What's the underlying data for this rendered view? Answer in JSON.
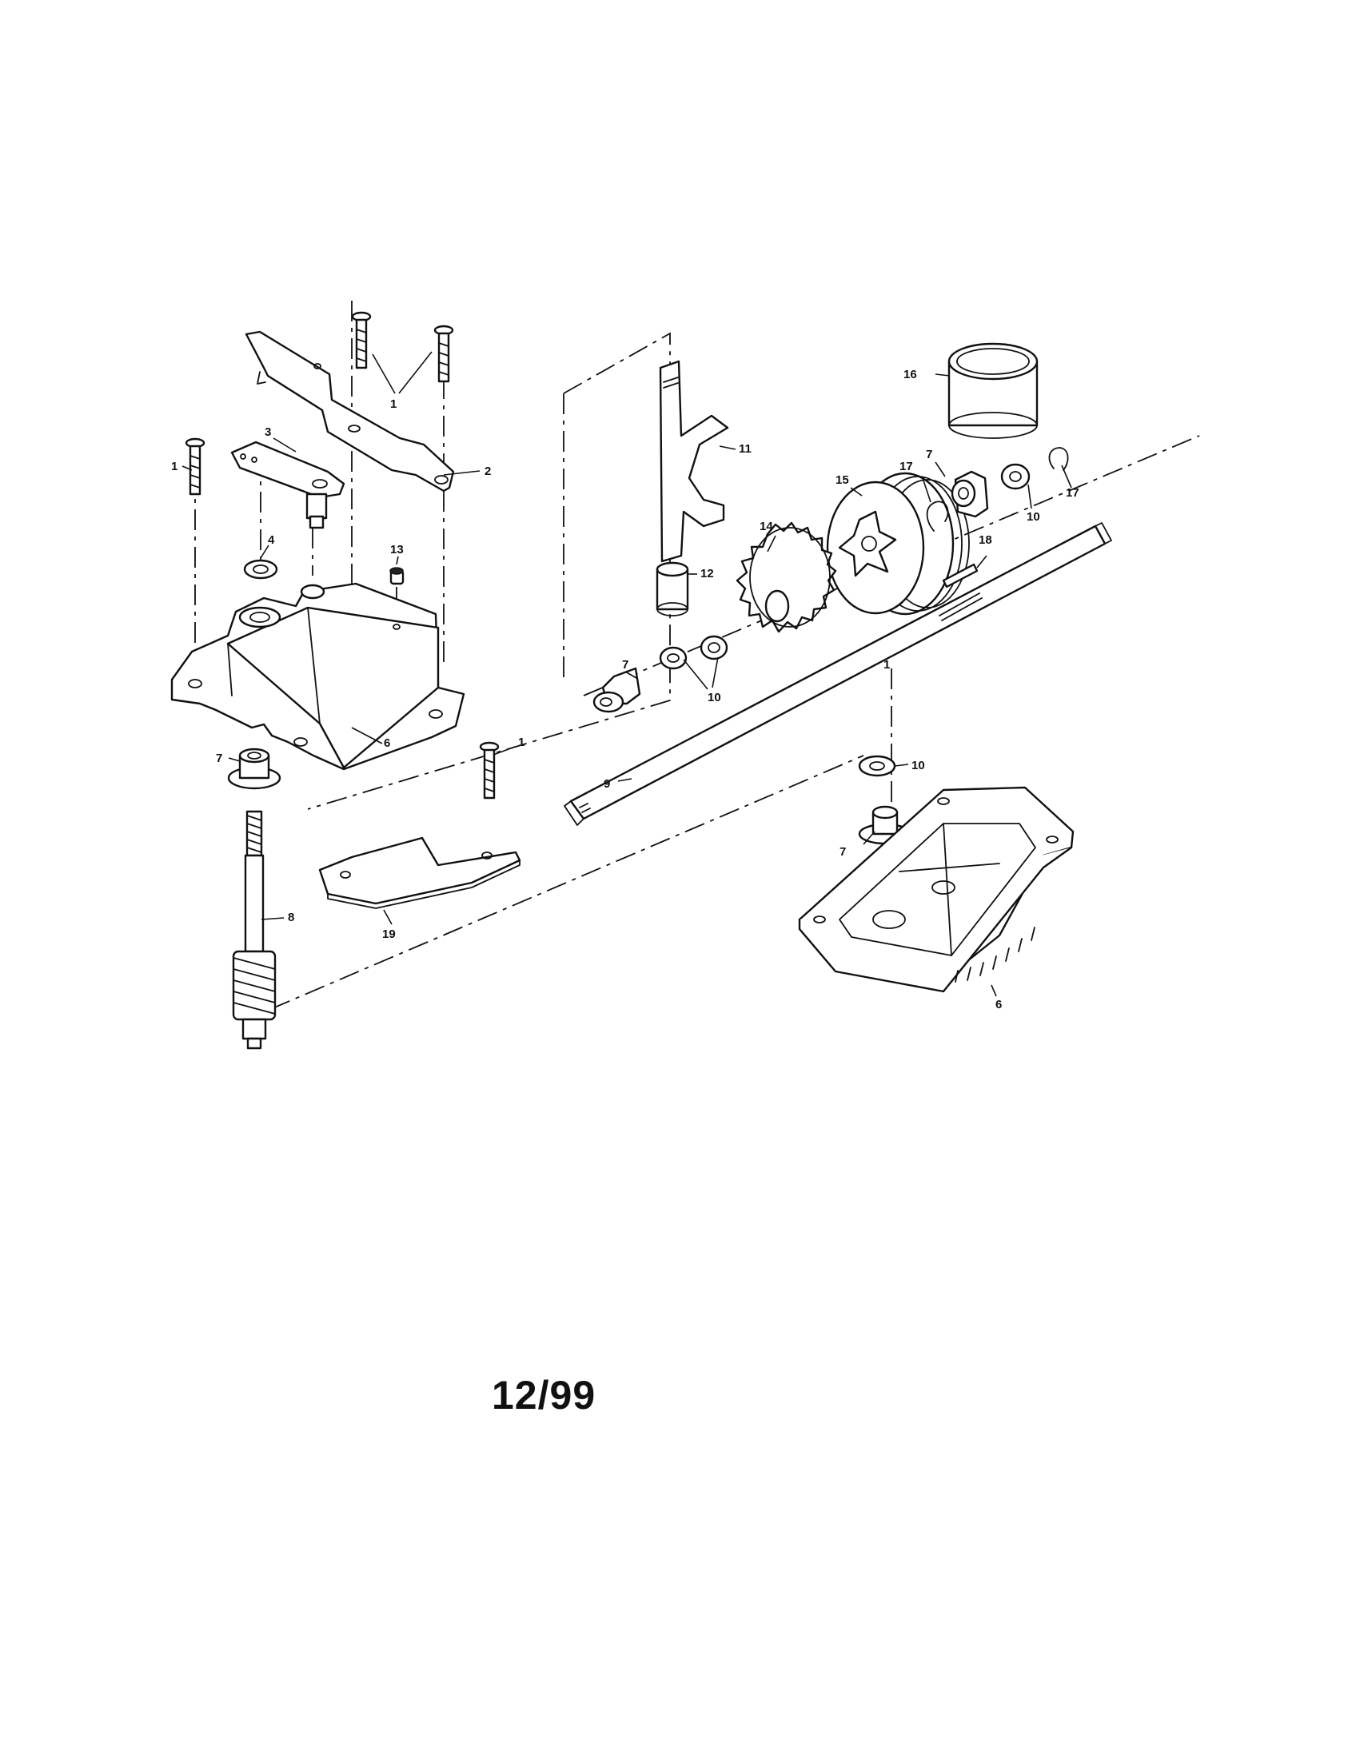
{
  "callouts": {
    "c1a": "1",
    "c1b": "1",
    "c1c": "1",
    "c1d": "1",
    "c2": "2",
    "c3": "3",
    "c4": "4",
    "c6a": "6",
    "c6b": "6",
    "c7a": "7",
    "c7b": "7",
    "c7c": "7",
    "c7d": "7",
    "c8": "8",
    "c9": "9",
    "c10a": "10",
    "c10b": "10",
    "c10c": "10",
    "c11": "11",
    "c12": "12",
    "c13": "13",
    "c14": "14",
    "c15": "15",
    "c16": "16",
    "c17a": "17",
    "c17b": "17",
    "c18": "18",
    "c19": "19"
  },
  "footer": {
    "date": "12/99"
  }
}
